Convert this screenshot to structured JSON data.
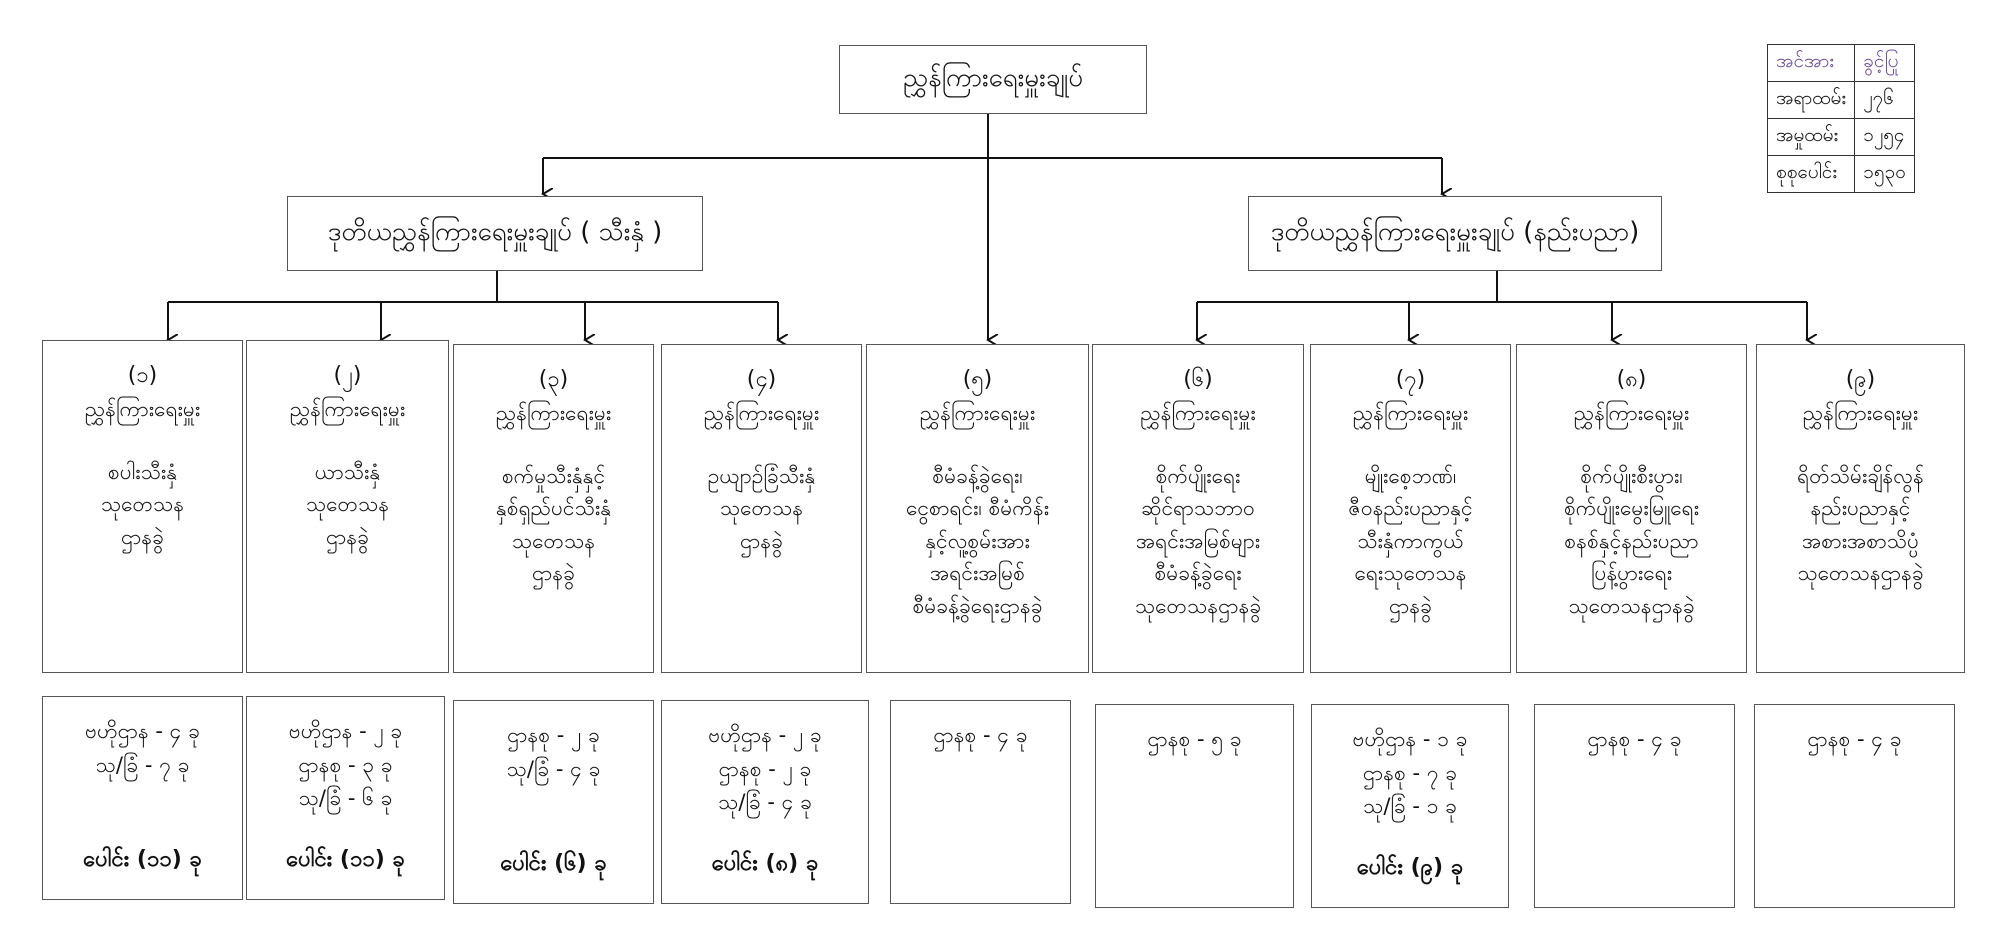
{
  "chief": "ညွှန်ကြားရေးမှူးချုပ်",
  "deputies": [
    "ဒုတိယညွှန်ကြားရေးမှူးချုပ် ( သီးနှံ )",
    "ဒုတိယညွှန်ကြားရေးမှူးချုပ် (နည်းပညာ)"
  ],
  "units": [
    {
      "num": "(၁)",
      "title": "ညွှန်ကြားရေးမှူး",
      "lines": [
        "စပါးသီးနှံ",
        "သုတေသန",
        "ဌာနခွဲ"
      ]
    },
    {
      "num": "(၂)",
      "title": "ညွှန်ကြားရေးမှူး",
      "lines": [
        "ယာသီးနှံ",
        "သုတေသန",
        "ဌာနခွဲ"
      ]
    },
    {
      "num": "(၃)",
      "title": "ညွှန်ကြားရေးမှူး",
      "lines": [
        "စက်မှုသီးနှံနှင့်",
        "နှစ်ရှည်ပင်သီးနှံ",
        "သုတေသန",
        "ဌာနခွဲ"
      ]
    },
    {
      "num": "(၄)",
      "title": "ညွှန်ကြားရေးမှူး",
      "lines": [
        "ဥယျာဉ်ခြံသီးနှံ",
        "သုတေသန",
        "ဌာနခွဲ"
      ]
    },
    {
      "num": "(၅)",
      "title": "ညွှန်ကြားရေးမှူး",
      "lines": [
        "စီမံခန့်ခွဲရေး၊",
        "ငွေစာရင်း၊ စီမံကိန်း",
        "နှင့်လူ့စွမ်းအား",
        "အရင်းအမြစ်",
        "စီမံခန့်ခွဲရေးဌာနခွဲ"
      ]
    },
    {
      "num": "(၆)",
      "title": "ညွှန်ကြားရေးမှူး",
      "lines": [
        "စိုက်ပျိုးရေး",
        "ဆိုင်ရာသဘာဝ",
        "အရင်းအမြစ်များ",
        "စီမံခန့်ခွဲရေး",
        "သုတေသနဌာနခွဲ"
      ]
    },
    {
      "num": "(၇)",
      "title": "ညွှန်ကြားရေးမှူး",
      "lines": [
        "မျိုးစေ့ဘဏ်၊",
        "ဇီဝနည်းပညာနှင့်",
        "သီးနှံကာကွယ်",
        "ရေးသုတေသန",
        "ဌာနခွဲ"
      ]
    },
    {
      "num": "(၈)",
      "title": "ညွှန်ကြားရေးမှူး",
      "lines": [
        "စိုက်ပျိုးစီးပွား၊",
        "စိုက်ပျိုးမွေးမြူရေး",
        "စနစ်နှင့်နည်းပညာ",
        "ပြန့်ပွားရေး",
        "သုတေသနဌာနခွဲ"
      ]
    },
    {
      "num": "(၉)",
      "title": "ညွှန်ကြားရေးမှူး",
      "lines": [
        "ရိတ်သိမ်းချိန်လွန်",
        "နည်းပညာနှင့်",
        "အစားအစာသိပ္ပံ",
        "သုတေသနဌာနခွဲ"
      ]
    }
  ],
  "stats": [
    {
      "lines": [
        "ဗဟိုဌာန - ၄ ခု",
        "သု/ခြံ - ၇ ခု"
      ],
      "total": "ပေါင်း (၁၁) ခု"
    },
    {
      "lines": [
        "ဗဟိုဌာန - ၂ ခု",
        "ဌာနစု - ၃ ခု",
        "သု/ခြံ - ၆ ခု"
      ],
      "total": "ပေါင်း (၁၁) ခု"
    },
    {
      "lines": [
        "ဌာနစု - ၂ ခု",
        "သု/ခြံ - ၄ ခု"
      ],
      "total": "ပေါင်း (၆) ခု"
    },
    {
      "lines": [
        "ဗဟိုဌာန - ၂ ခု",
        "ဌာနစု - ၂ ခု",
        "သု/ခြံ - ၄ ခု"
      ],
      "total": "ပေါင်း (၈) ခု"
    },
    {
      "lines": [
        "ဌာနစု - ၄ ခု"
      ],
      "total": ""
    },
    {
      "lines": [
        "ဌာနစု - ၅ ခု"
      ],
      "total": ""
    },
    {
      "lines": [
        "ဗဟိုဌာန - ၁ ခု",
        "ဌာနစု - ၇ ခု",
        "သု/ခြံ - ၁ ခု"
      ],
      "total": "ပေါင်း (၉) ခု"
    },
    {
      "lines": [
        "ဌာနစု - ၄ ခု"
      ],
      "total": ""
    },
    {
      "lines": [
        "ဌာနစု - ၄ ခု"
      ],
      "total": ""
    }
  ],
  "staff_table": {
    "header": [
      "အင်အား",
      "ခွင့်ပြု"
    ],
    "rows": [
      [
        "အရာထမ်း",
        "၂၇၆"
      ],
      [
        "အမှုထမ်း",
        "၁၂၅၄"
      ],
      [
        "စုစုပေါင်း",
        "၁၅၃၀"
      ]
    ],
    "header_color": "#6a4a9a"
  }
}
